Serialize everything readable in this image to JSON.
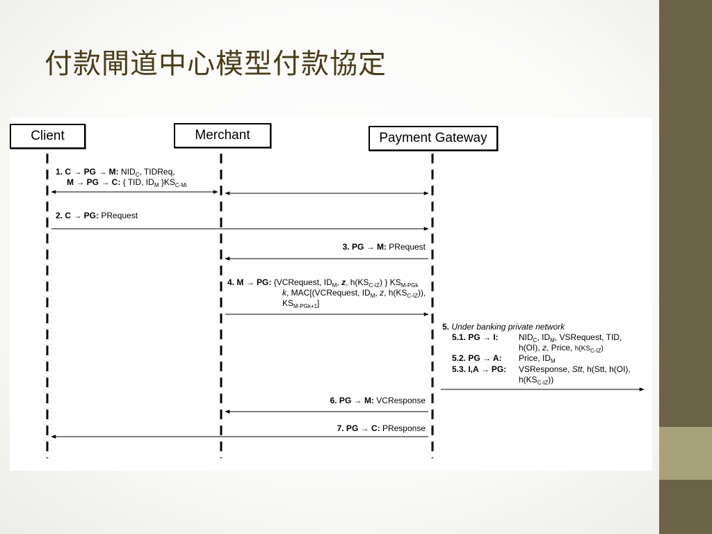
{
  "slide": {
    "title": "付款閘道中心模型付款協定",
    "colors": {
      "title": "#4a3d16",
      "band_dark": "#6b6348",
      "band_light": "#a8a27a"
    }
  },
  "diagram": {
    "actors": {
      "client": "Client",
      "merchant": "Merchant",
      "gateway": "Payment Gateway"
    },
    "m1": {
      "prefix": "1. C → PG → M:",
      "line1_a": "NID",
      "line1_a_sub": "C",
      "line1_b": ", TIDReq,",
      "line2_prefix": "M → PG → C:",
      "line2_a": "{ TID, ID",
      "line2_a_sub": "M",
      "line2_b": "}KS",
      "line2_b_sub": "C-Mi"
    },
    "m2": {
      "prefix": "2. C → PG:",
      "text": "PRequest"
    },
    "m3": {
      "prefix": "3. PG → M:",
      "text": "PRequest"
    },
    "m4": {
      "prefix": "4. M → PG:",
      "l1_a": "{VCRequest, ID",
      "l1_a_sub": "M",
      "l1_sep1": ",",
      "l1_z": "z",
      "l1_b": ", h(KS",
      "l1_b_sub": "C-IZ",
      "l1_c": ") } KS",
      "l1_c_sub": "M-PGk",
      "l2_k": "k",
      "l2_a": ", MAC[(VCRequest, ID",
      "l2_a_sub": "M",
      "l2_sep": ",",
      "l2_z": "z",
      "l2_b": ", h(KS",
      "l2_b_sub": "C-IZ",
      "l2_c": ")),",
      "l3_a": "KS",
      "l3_a_sub": "M-PGk+1",
      "l3_b": "]"
    },
    "m5": {
      "head_num": "5.",
      "head_text": "Under banking private network",
      "s1_label": "5.1. PG → I:",
      "s1_l1_a": "NID",
      "s1_l1_a_sub": "C",
      "s1_l1_b": ", ID",
      "s1_l1_b_sub": "M",
      "s1_l1_c": ", VSRequest, TID,",
      "s1_l2_a": "h(OI),",
      "s1_l2_z": "z",
      "s1_l2_b": ", Price,",
      "s1_l2_c": "h(KS",
      "s1_l2_c_sub": "C-IZ",
      "s1_l2_d": ")",
      "s2_label": "5.2. PG → A:",
      "s2_a": "Price, ID",
      "s2_a_sub": "M",
      "s3_label": "5.3. I,A → PG:",
      "s3_a": "VSResponse,",
      "s3_stt": "Stt",
      "s3_b": ", h(Stt, h(OI),",
      "s3_l2_a": "h(KS",
      "s3_l2_a_sub": "C-IZ",
      "s3_l2_b": "))"
    },
    "m6": {
      "prefix": "6. PG → M:",
      "text": "VCResponse"
    },
    "m7": {
      "prefix": "7. PG → C:",
      "text": "PResponse"
    }
  }
}
